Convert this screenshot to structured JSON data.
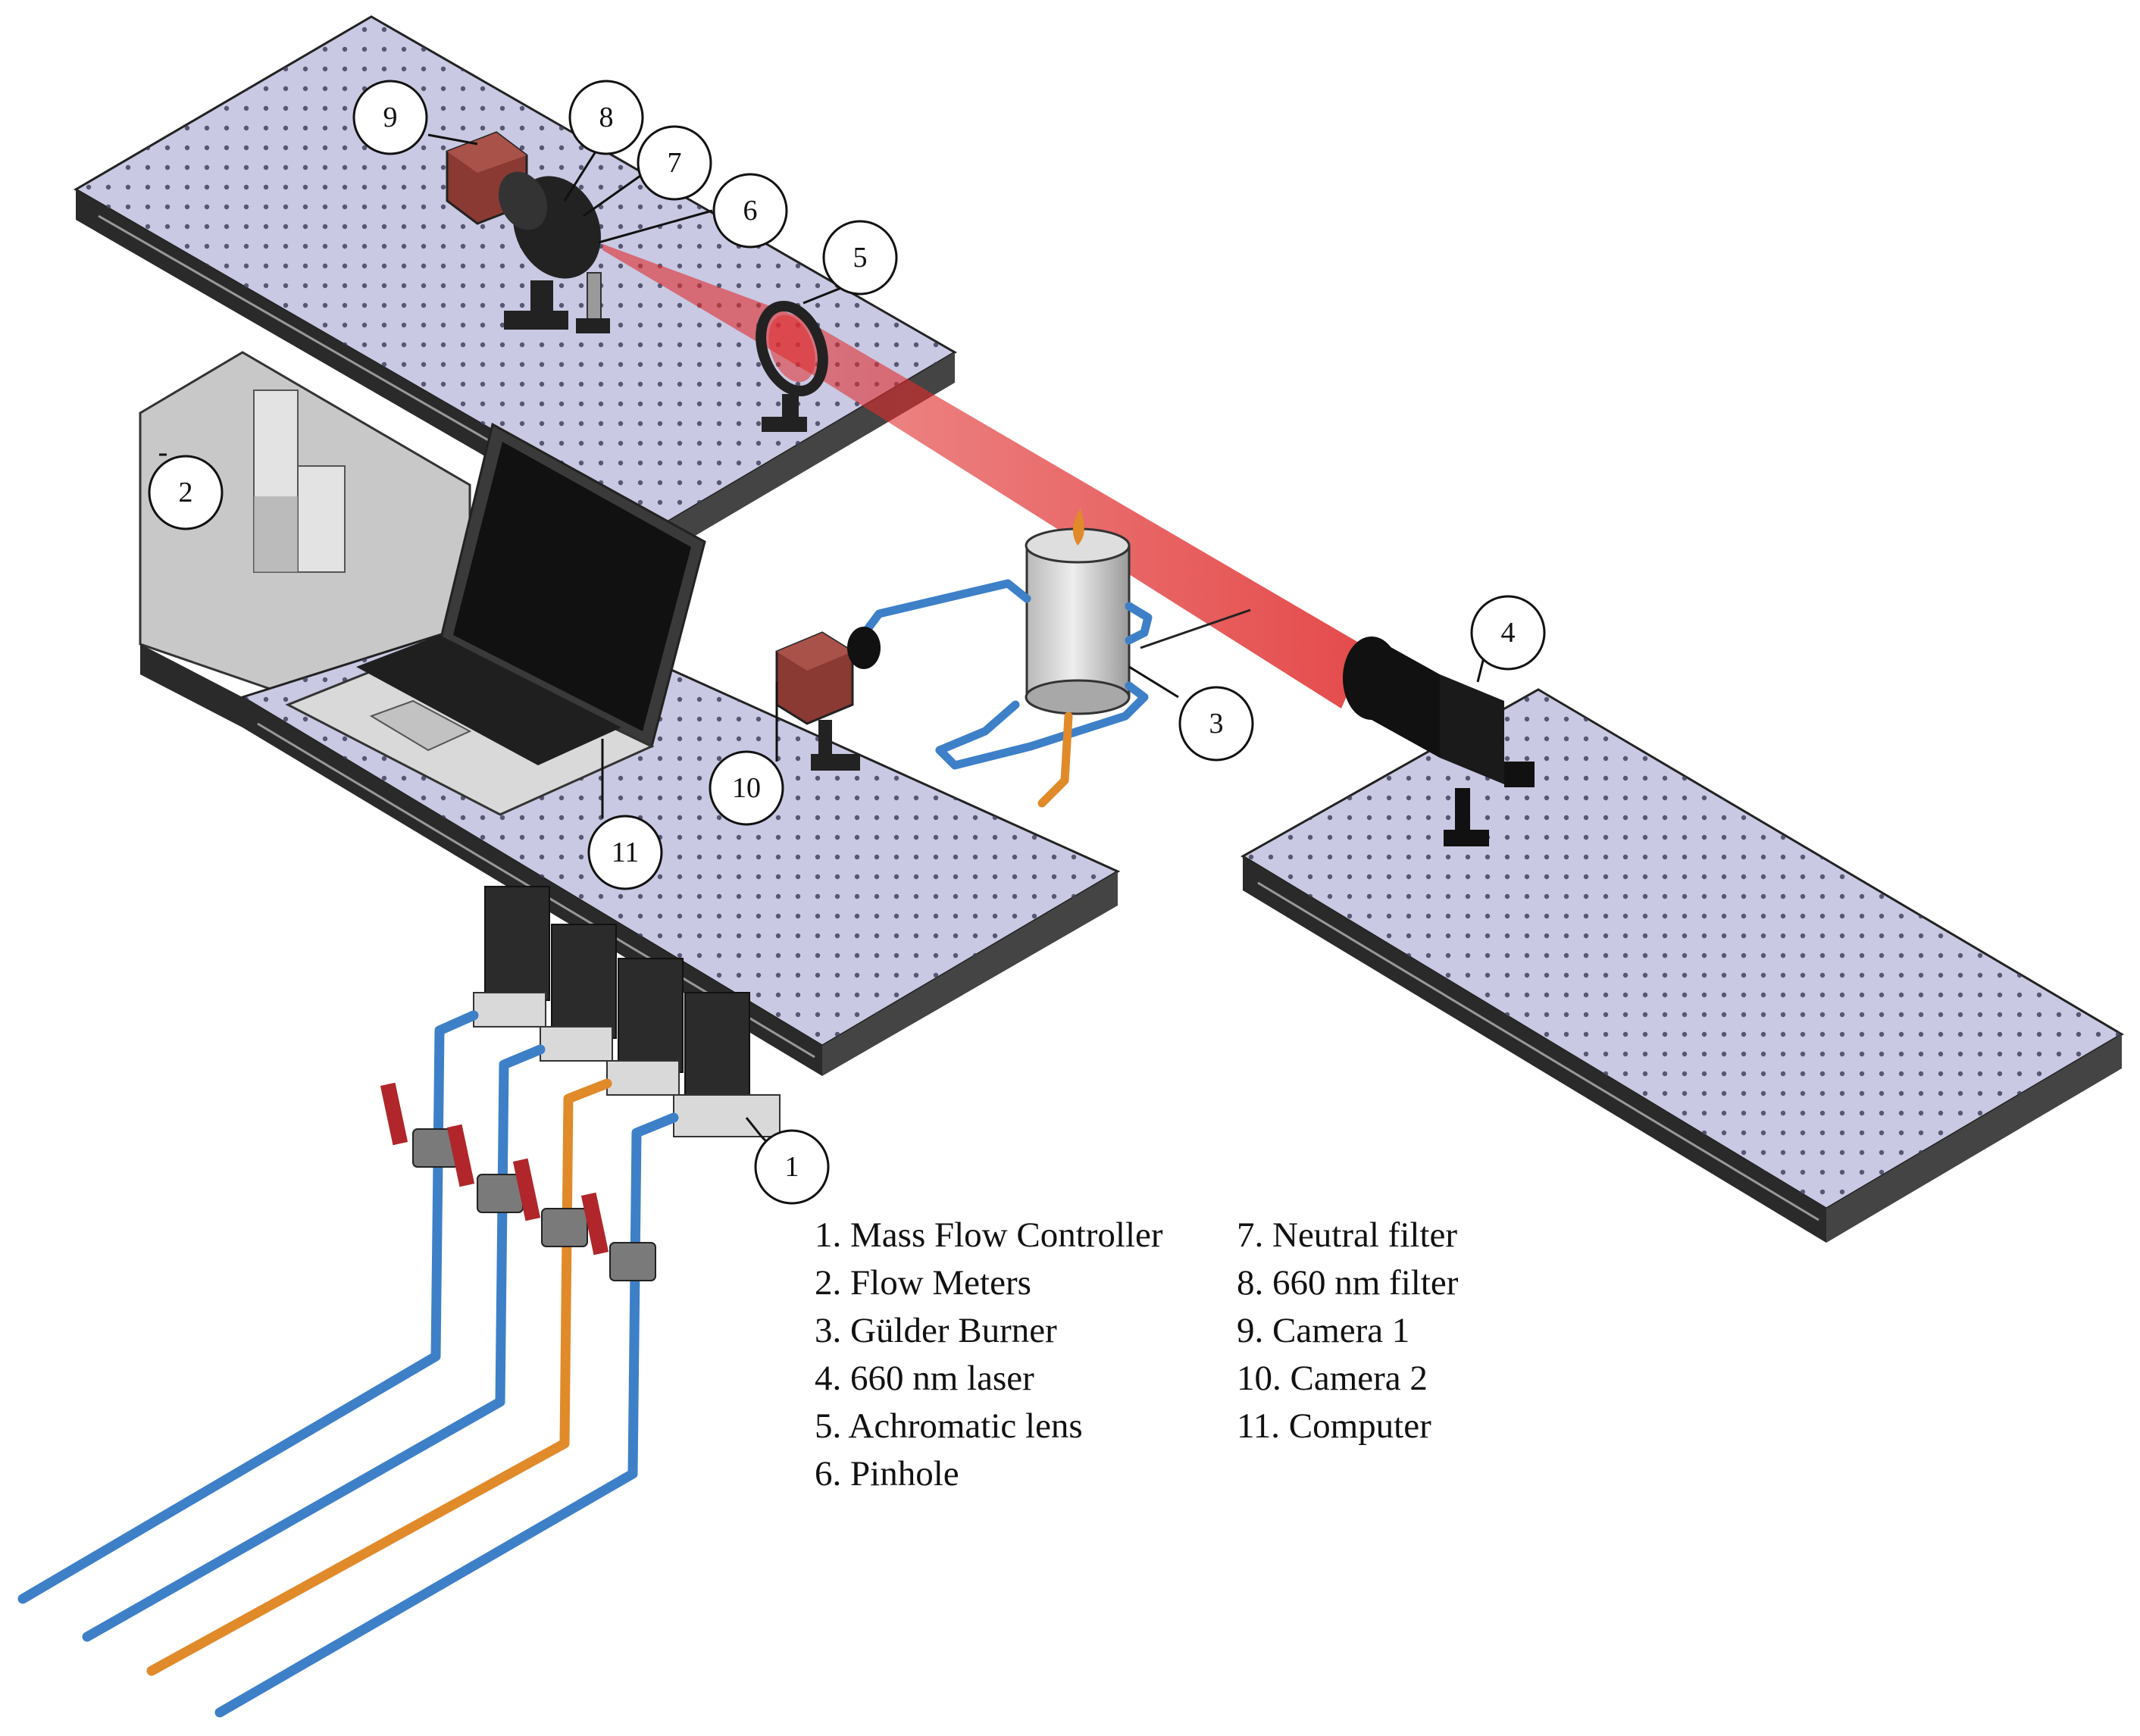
{
  "callouts": [
    "1",
    "2",
    "3",
    "4",
    "5",
    "6",
    "7",
    "8",
    "9",
    "10",
    "11"
  ],
  "legend": {
    "left": [
      "1. Mass Flow Controller",
      "2. Flow Meters",
      "3. Gülder Burner",
      "4. 660 nm laser",
      "5. Achromatic lens",
      "6. Pinhole"
    ],
    "right": [
      "7. Neutral filter",
      "8. 660 nm filter",
      "9. Camera 1",
      "10. Camera 2",
      "11. Computer"
    ]
  },
  "colors": {
    "table_top": "#c9c9e3",
    "table_hole": "#3a3a55",
    "table_edge": "#1a1a1a",
    "laser_beam": "#e02b2b",
    "gas_line_blue": "#3d80c8",
    "gas_line_orange": "#e08a2a",
    "camera_body": "#8a3a32",
    "valve_handle": "#b0262a",
    "cabinet": "#c8c8c8"
  }
}
